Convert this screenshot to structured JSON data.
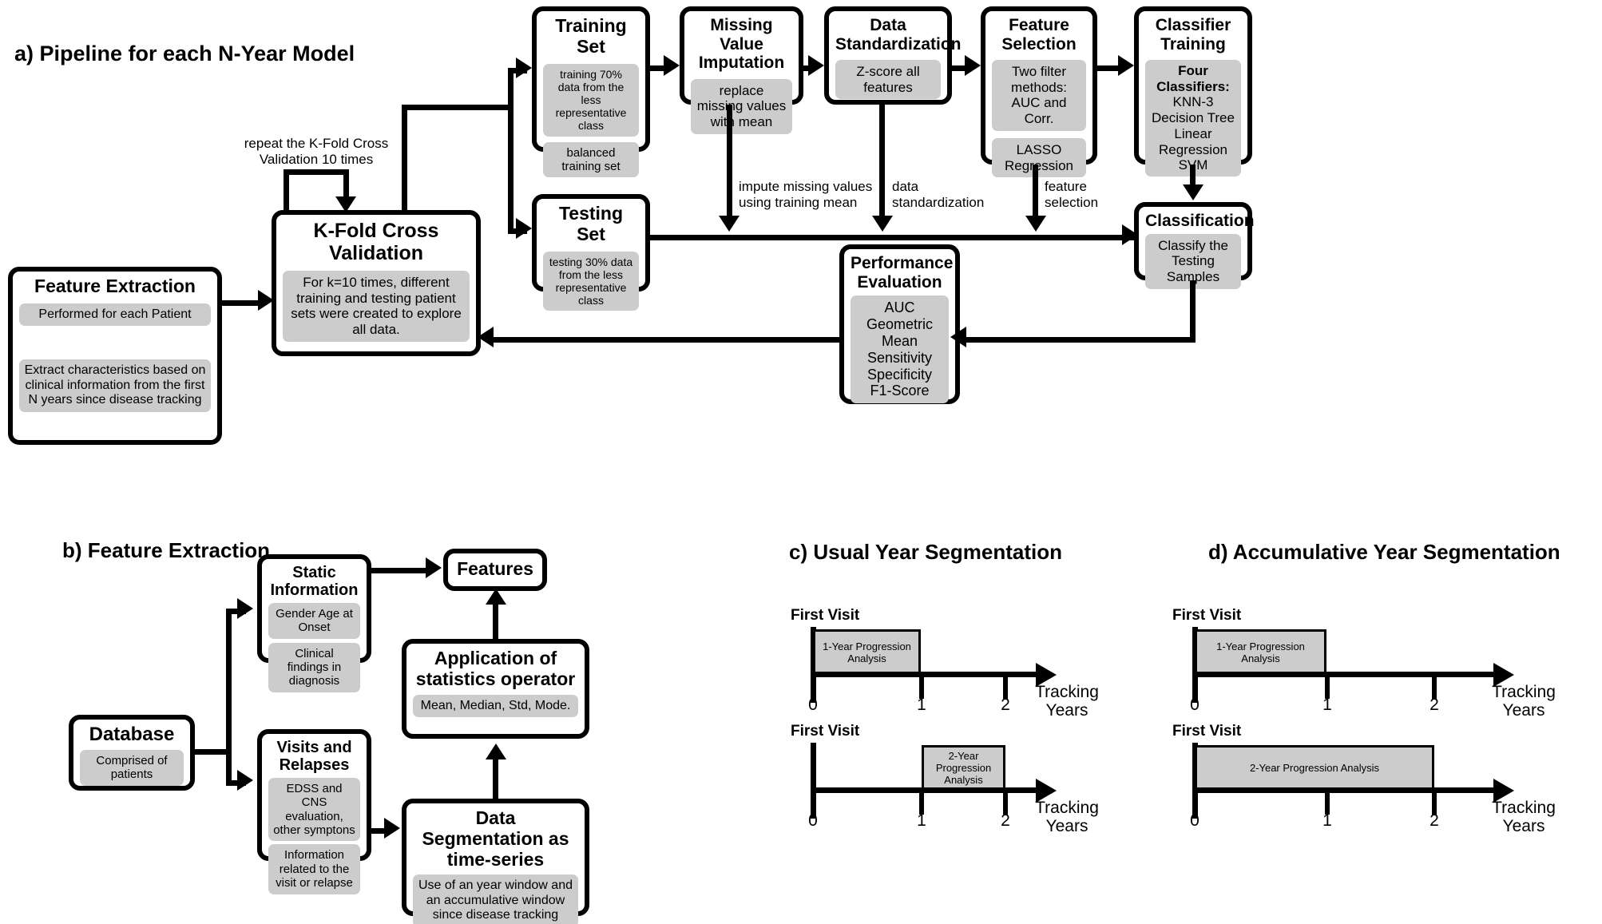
{
  "panels": {
    "a": {
      "heading": "a) Pipeline for each N-Year Model"
    },
    "b": {
      "heading": "b) Feature Extraction"
    },
    "c": {
      "heading": "c) Usual Year Segmentation"
    },
    "d": {
      "heading": "d) Accumulative Year Segmentation"
    }
  },
  "pipeline": {
    "feature_extraction": {
      "title": "Feature Extraction",
      "chip1": "Performed for each Patient",
      "chip2": "Extract characteristics based on clinical information from the first N years since disease tracking"
    },
    "kfold": {
      "title": "K-Fold Cross Validation",
      "chip1": "For k=10 times, different training and testing patient sets were created to explore all data."
    },
    "training_set": {
      "title": "Training Set",
      "chip1": "training\n70% data from the less representative class",
      "chip2": "balanced training set"
    },
    "testing_set": {
      "title": "Testing Set",
      "chip1": "testing\n30% data from the less representative class"
    },
    "missing_value": {
      "title": "Missing Value Imputation",
      "chip1": "replace missing values with mean"
    },
    "standardization": {
      "title": "Data Standardization",
      "chip1": "Z-score all features"
    },
    "feature_selection": {
      "title": "Feature Selection",
      "chip1": "Two filter methods: AUC and Corr.",
      "chip2": "LASSO Regression"
    },
    "classifier_training": {
      "title": "Classifier Training",
      "chip1_bold": "Four Classifiers:",
      "chip1_items": [
        "KNN-3",
        "Decision Tree",
        "Linear Regression",
        "SVM"
      ]
    },
    "classification": {
      "title": "Classification",
      "chip1": "Classify the Testing Samples"
    },
    "performance": {
      "title": "Performance Evaluation",
      "metrics": [
        "AUC",
        "Geometric Mean",
        "Sensitivity",
        "Specificity",
        "F1-Score"
      ]
    },
    "labels": {
      "repeat_kfold": "repeat the K-Fold Cross Validation 10 times",
      "impute": "impute missing values using training mean",
      "standardize": "data standardization",
      "feature_selection": "feature selection"
    }
  },
  "feature_extraction_panel": {
    "database": {
      "title": "Database",
      "chip1": "Comprised of patients"
    },
    "static_information": {
      "title": "Static Information",
      "chip1": "Gender\nAge at Onset",
      "chip2": "Clinical findings in diagnosis"
    },
    "visits_relapses": {
      "title": "Visits and Relapses",
      "chip1": "EDSS and CNS evaluation, other symptons",
      "chip2": "Information related to the visit or relapse"
    },
    "data_segmentation": {
      "title": "Data Segmentation as time-series",
      "chip1": "Use of an year window and an accumulative window since disease tracking"
    },
    "statistics_operator": {
      "title": "Application of statistics operator",
      "chip1": "Mean, Median, Std, Mode."
    },
    "features": {
      "title": "Features"
    }
  },
  "chart_data": [
    {
      "type": "timeline",
      "panel": "c",
      "title": "c) Usual Year Segmentation",
      "xlabel": "Tracking Years",
      "first_visit_label": "First Visit",
      "tick_labels": [
        "0",
        "1",
        "2"
      ],
      "tick_values": [
        0,
        1,
        2
      ],
      "xlim": [
        0,
        2.35
      ],
      "windows": [
        {
          "label": "1-Year Progression Analysis",
          "start": 0,
          "end": 1,
          "row": 0
        },
        {
          "label": "2-Year Progression Analysis",
          "start": 1,
          "end": 2,
          "row": 1
        }
      ]
    },
    {
      "type": "timeline",
      "panel": "d",
      "title": "d) Accumulative Year Segmentation",
      "xlabel": "Tracking Years",
      "first_visit_label": "First Visit",
      "tick_labels": [
        "0",
        "1",
        "2"
      ],
      "tick_values": [
        0,
        1,
        2
      ],
      "xlim": [
        0,
        2.35
      ],
      "windows": [
        {
          "label": "1-Year Progression Analysis",
          "start": 0,
          "end": 1,
          "row": 0
        },
        {
          "label": "2-Year Progression Analysis",
          "start": 0,
          "end": 2,
          "row": 1
        }
      ]
    }
  ],
  "colors": {
    "stroke": "#000000",
    "chip_fill": "#cccccc",
    "background": "#ffffff"
  }
}
